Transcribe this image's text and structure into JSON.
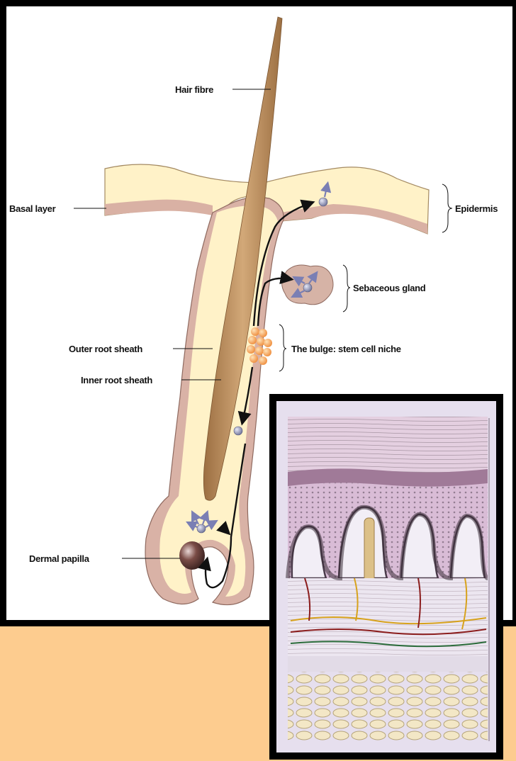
{
  "labels": {
    "hair_fibre": "Hair fibre",
    "basal_layer": "Basal layer",
    "epidermis": "Epidermis",
    "sebaceous_gland": "Sebaceous gland",
    "bulge": "The bulge: stem cell niche",
    "outer_root_sheath": "Outer root sheath",
    "inner_root_sheath": "Inner root sheath",
    "dermal_papilla": "Dermal papilla"
  },
  "colors": {
    "background": "#fdcc8f",
    "frame": "#000000",
    "epidermis_fill": "#fff3c9",
    "sheath": "#c8a19a",
    "hair": "#b58856",
    "stem_cells": "#f6a35a",
    "cell": "#8a8eb8",
    "papilla": "#5b3a36"
  }
}
